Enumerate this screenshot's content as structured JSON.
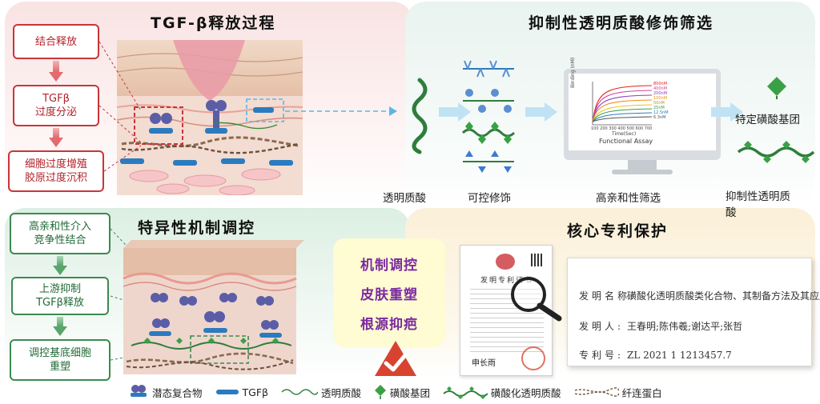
{
  "top_left": {
    "title": "TGF-β释放过程",
    "steps": [
      "结合释放",
      "TGFβ\n过度分泌",
      "细胞过度增殖\n胶原过度沉积"
    ]
  },
  "top_right": {
    "title": "抑制性透明质酸修饰筛选",
    "labels": [
      "透明质酸",
      "可控修饰",
      "高亲和性筛选",
      "抑制性透明质\n酸"
    ],
    "specific_group": "特定磺酸基团",
    "monitor": {
      "ylabel": "Binding (nM)",
      "xlabel": "Time(Sec)",
      "caption": "Functional Assay",
      "xticks": "100 200 300 400 500 600 700",
      "concentrations": [
        "800nM",
        "400nM",
        "200nM",
        "100nM",
        "50nM",
        "25nM",
        "12.5nM",
        "6.3nM"
      ]
    }
  },
  "bottom_left": {
    "title": "特异性机制调控",
    "steps": [
      "高亲和性介入\n竞争性结合",
      "上游抑制\nTGFβ释放",
      "调控基底细胞\n重塑"
    ]
  },
  "center_card": {
    "lines": [
      "机制调控",
      "皮肤重塑",
      "根源抑疤"
    ]
  },
  "bottom_right": {
    "title": "核心专利保护",
    "certificate_title": "发明专利证书",
    "certificate_signature": "申长雨",
    "patent": {
      "name_key": "发明名称:",
      "name_val": "磺酸化透明质酸类化合物、其制备方法及其应用",
      "inventor_key": "发明人:",
      "inventor_val": "王春明;陈伟羲;谢达平;张哲",
      "number_key": "专利号:",
      "number_val": "ZL 2021 1 1213457.7"
    }
  },
  "legend": [
    "潜态复合物",
    "TGFβ",
    "透明质酸",
    "磺酸基团",
    "磺酸化透明质酸",
    "纤连蛋白"
  ],
  "colors": {
    "red": "#c9353a",
    "green": "#3c8a50",
    "purple": "#7a2aa0",
    "tgf_blue": "#2b7bbf",
    "complex_purple": "#5b5ea6",
    "ha_green": "#2f7d3c",
    "arrow_blue": "#5ab6e8"
  }
}
